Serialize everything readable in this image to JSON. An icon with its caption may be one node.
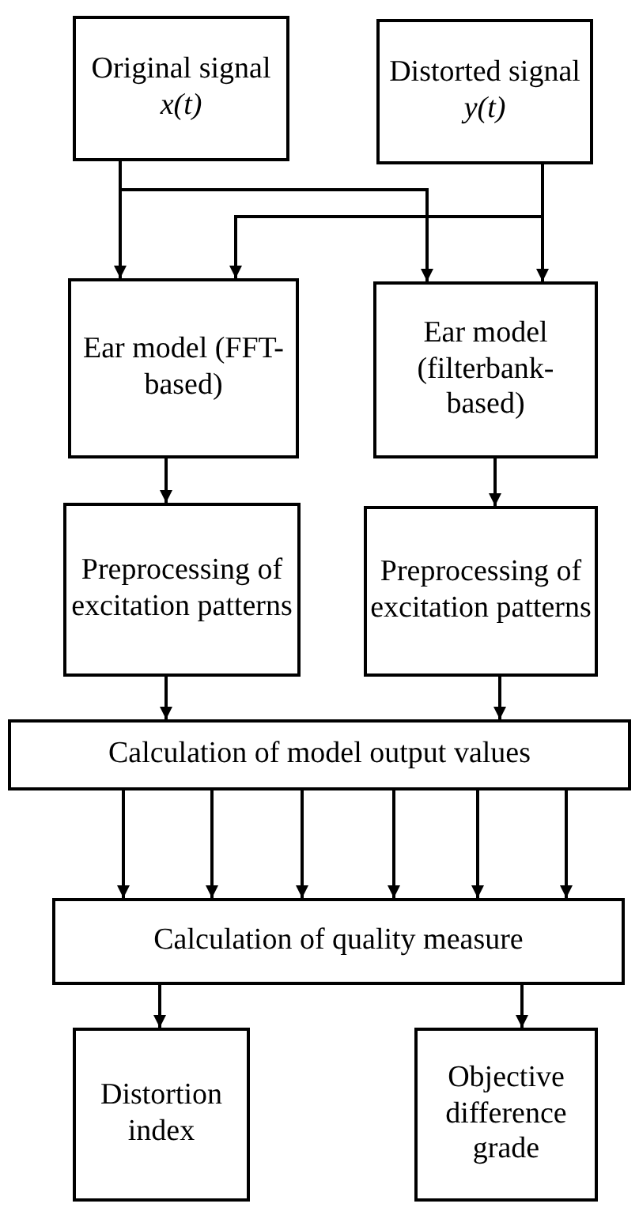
{
  "diagram": {
    "nodes": [
      {
        "text": [
          "Original signal *x(t)*"
        ]
      },
      {
        "text": [
          "Distorted signal *y(t)*"
        ]
      },
      {
        "text": [
          "Ear model (FFT-based)"
        ]
      },
      {
        "text": [
          "Ear model (filterbank-based)"
        ]
      },
      {
        "text": [
          "Preprocessing of excitation patterns"
        ]
      },
      {
        "text": [
          "Preprocessing of excitation patterns"
        ]
      },
      {
        "text": [
          "Calculation of model output values"
        ]
      },
      {
        "text": [
          "Calculation of quality measure"
        ]
      },
      {
        "text": [
          "Distortion index"
        ]
      },
      {
        "text": [
          "Objective difference grade"
        ]
      }
    ],
    "edges": [
      {
        "from": 0,
        "to": 2,
        "arrow": "to"
      },
      {
        "from": 0,
        "to": 3,
        "arrow": "to"
      },
      {
        "from": 1,
        "to": 2,
        "arrow": "to"
      },
      {
        "from": 1,
        "to": 3,
        "arrow": "to"
      },
      {
        "from": 2,
        "to": 4,
        "arrow": "to"
      },
      {
        "from": 3,
        "to": 5,
        "arrow": "to"
      },
      {
        "from": 4,
        "to": 6,
        "arrow": "to"
      },
      {
        "from": 5,
        "to": 6,
        "arrow": "to"
      },
      {
        "from": 6,
        "to": 7,
        "arrow": "to"
      },
      {
        "from": 6,
        "to": 7,
        "arrow": "to"
      },
      {
        "from": 6,
        "to": 7,
        "arrow": "to"
      },
      {
        "from": 6,
        "to": 7,
        "arrow": "to"
      },
      {
        "from": 6,
        "to": 7,
        "arrow": "to"
      },
      {
        "from": 6,
        "to": 7,
        "arrow": "to"
      },
      {
        "from": 7,
        "to": 8,
        "arrow": "to"
      },
      {
        "from": 7,
        "to": 9,
        "arrow": "to"
      }
    ]
  }
}
